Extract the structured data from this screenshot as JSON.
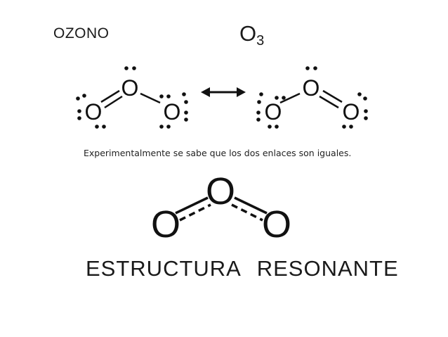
{
  "header": {
    "title": "OZONO",
    "formula_symbol": "O",
    "formula_subscript": "3"
  },
  "note": "Experimentalmente se sabe que los dos enlaces son iguales.",
  "footer": "ESTRUCTURA   RESONANTE",
  "atoms": {
    "oxygen": "O"
  },
  "colors": {
    "text": "#1a1a1a",
    "bond": "#111111"
  },
  "icons": {
    "resonance_arrow": "double-headed-arrow-icon"
  }
}
